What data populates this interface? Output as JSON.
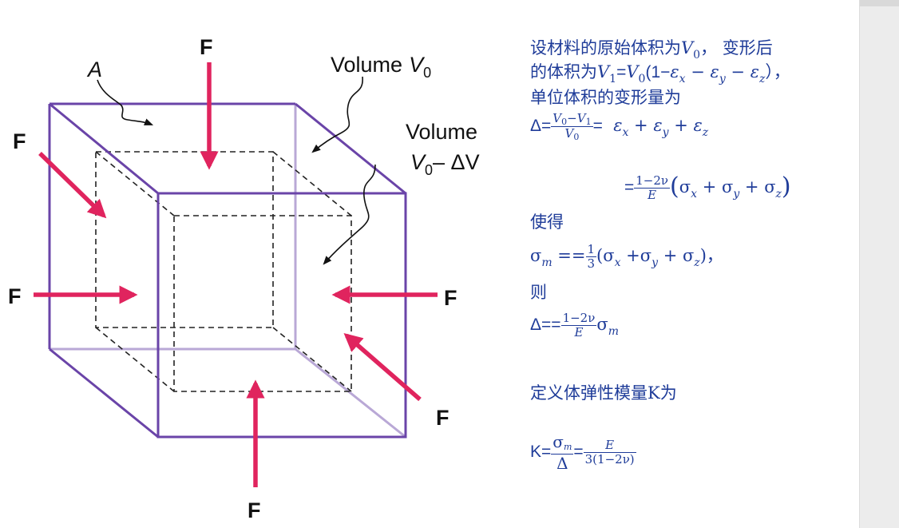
{
  "figure": {
    "labels": {
      "f_top": "F",
      "f_left_upper": "F",
      "f_left": "F",
      "f_right": "F",
      "f_right_lower": "F",
      "f_bottom": "F",
      "area": "A",
      "volume_word": "Volume",
      "v0_symbol": "V",
      "v0_sub": "0",
      "volume_word_2": "Volume",
      "v0_minus": "V",
      "v0_minus_sub": "0",
      "minus_delta_v": "– ΔV"
    },
    "colors": {
      "cube": "#6a44a8",
      "cube_back": "#b9a8d6",
      "arrow": "#e0245e",
      "dashed": "#222222"
    }
  },
  "text": {
    "line1_pre": "设材料的原始体积为",
    "line1_v": "V",
    "line1_v_sub": "0",
    "line1_post": "，  变形后",
    "line2_pre": "的体积为",
    "line2_v1": "V",
    "line2_v1_sub": "1",
    "line2_eq": "=",
    "line2_v0": "V",
    "line2_v0_sub": "0",
    "line2_paren": "(1−",
    "line2_ex": "ε",
    "line2_ex_sub": "x",
    "line2_minus1": " − ",
    "line2_ey": "ε",
    "line2_ey_sub": "y",
    "line2_minus2": " − ",
    "line2_ez": "ε",
    "line2_ez_sub": "z",
    "line2_close": "），",
    "line3": "单位体积的变形量为",
    "delta1_lhs": "Δ=",
    "delta1_num_a": "V",
    "delta1_num_a_sub": "0",
    "delta1_num_minus": "−",
    "delta1_num_b": "V",
    "delta1_num_b_sub": "1",
    "delta1_den": "V",
    "delta1_den_sub": "0",
    "delta1_eq": "=",
    "delta1_ex": "ε",
    "delta1_ex_sub": "x",
    "delta1_plus1": " + ",
    "delta1_ey": "ε",
    "delta1_ey_sub": "y",
    "delta1_plus2": " + ",
    "delta1_ez": "ε",
    "delta1_ez_sub": "z",
    "delta2_eq": "=",
    "delta2_num": "1−2ν",
    "delta2_den": "E",
    "delta2_open": "(",
    "delta2_sx": "σ",
    "delta2_sx_sub": "x",
    "delta2_plus1": " + ",
    "delta2_sy": "σ",
    "delta2_sy_sub": "y",
    "delta2_plus2": " + ",
    "delta2_sz": "σ",
    "delta2_sz_sub": "z",
    "delta2_close": ")",
    "line_shide": "使得",
    "sm_lhs": "σ",
    "sm_lhs_sub": "m",
    "sm_eq": " ==",
    "sm_num": "1",
    "sm_den": "3",
    "sm_open": "(σ",
    "sm_x_sub": "x",
    "sm_plus1": " +σ",
    "sm_y_sub": "y",
    "sm_plus2": " + σ",
    "sm_z_sub": "z",
    "sm_close": ")，",
    "line_ze": "则",
    "delta3_lhs": "Δ==",
    "delta3_num": "1−2ν",
    "delta3_den": "E",
    "delta3_s": "σ",
    "delta3_s_sub": "m",
    "line_define": "定义体弹性模量K为",
    "k_lhs": "K=",
    "k_num": "σ",
    "k_num_sub": "m",
    "k_den": "Δ",
    "k_eq": "=",
    "k_num2": "E",
    "k_den2": "3(1−2ν)"
  }
}
